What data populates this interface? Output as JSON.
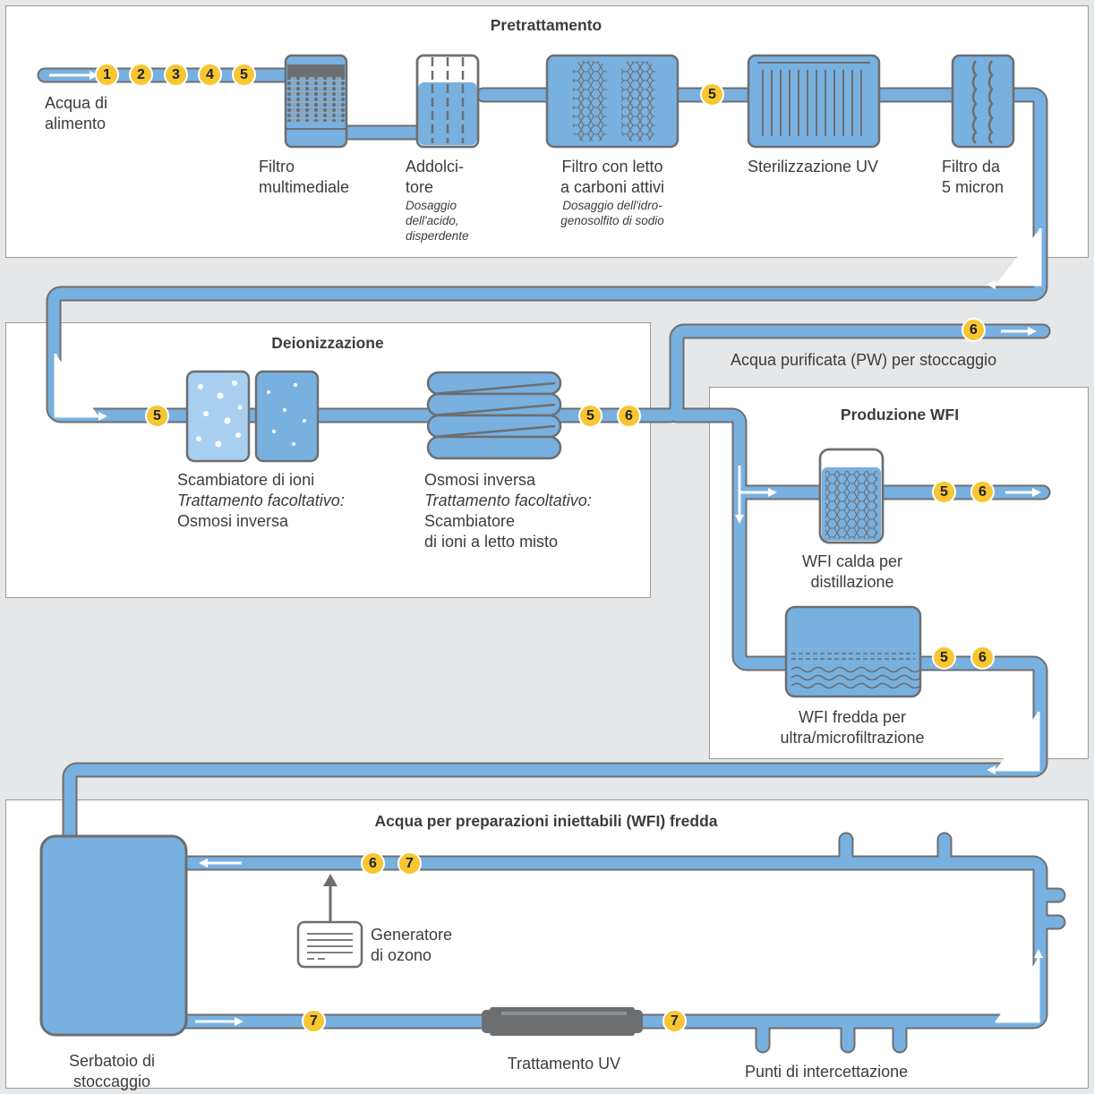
{
  "sections": {
    "pretreatment": "Pretrattamento",
    "deionization": "Deionizzazione",
    "wfi_production": "Produzione WFI",
    "cold_wfi": "Acqua per preparazioni iniettabili (WFI) fredda"
  },
  "labels": {
    "feed_water_1": "Acqua di",
    "feed_water_2": "alimento",
    "multimedia_1": "Filtro",
    "multimedia_2": "multimediale",
    "softener_1": "Addolci-",
    "softener_2": "tore",
    "softener_note_1": "Dosaggio",
    "softener_note_2": "dell'acido,",
    "softener_note_3": "disperdente",
    "carbon_1": "Filtro con letto",
    "carbon_2": "a carboni attivi",
    "carbon_note_1": "Dosaggio dell'idro-",
    "carbon_note_2": "genosolfito di sodio",
    "uv_sterilization": "Sterilizzazione UV",
    "micron_1": "Filtro da",
    "micron_2": "5 micron",
    "ion_exchanger": "Scambiatore di ioni",
    "ion_optional": "Trattamento facoltativo:",
    "ion_optional_value": "Osmosi inversa",
    "ro": "Osmosi inversa",
    "ro_optional": "Trattamento facoltativo:",
    "ro_optional_value_1": "Scambiatore",
    "ro_optional_value_2": "di ioni a letto misto",
    "purified_water": "Acqua purificata (PW) per stoccaggio",
    "hot_wfi_1": "WFI calda per",
    "hot_wfi_2": "distillazione",
    "cold_wfi_1": "WFI fredda per",
    "cold_wfi_2": "ultra/microfiltrazione",
    "ozone_1": "Generatore",
    "ozone_2": "di ozono",
    "tank_1": "Serbatoio di",
    "tank_2": "stoccaggio",
    "uv_treatment": "Trattamento UV",
    "tap_points": "Punti di intercettazione"
  },
  "badges": {
    "feed": [
      "1",
      "2",
      "3",
      "4",
      "5"
    ],
    "after_carbon": "5",
    "before_ion": "5",
    "after_ro": [
      "5",
      "6"
    ],
    "pw_out": "6",
    "hot_wfi_out": [
      "5",
      "6"
    ],
    "cold_wfi_out": [
      "5",
      "6"
    ],
    "return_loop": [
      "6",
      "7"
    ],
    "loop_before_uv": "7",
    "loop_after_uv": "7"
  },
  "colors": {
    "pipe": "#78b0e0",
    "pipe_outline": "#6d6e70",
    "badge": "#f7c630",
    "panel": "#ffffff",
    "background": "#e6e7e8"
  }
}
